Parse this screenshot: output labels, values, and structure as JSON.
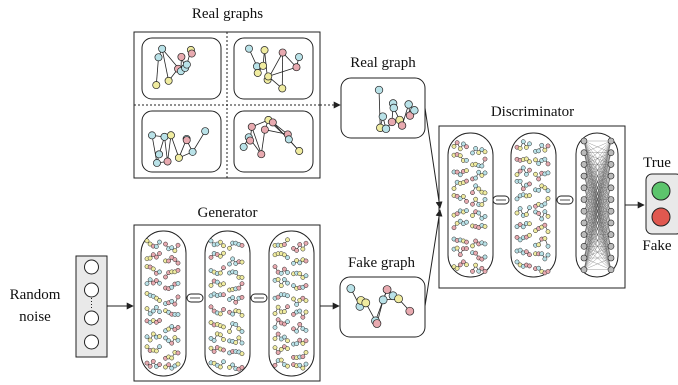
{
  "labels": {
    "real_graphs": "Real graphs",
    "real_graph": "Real graph",
    "generator": "Generator",
    "fake_graph": "Fake graph",
    "discriminator": "Discriminator",
    "random_noise_1": "Random",
    "random_noise_2": "noise",
    "true": "True",
    "fake": "Fake"
  },
  "colors": {
    "node_blue": "#b9e2e8",
    "node_red": "#e8aab0",
    "node_yellow": "#f0eca0",
    "edge": "#222222",
    "box_fill": "#ffffff",
    "panel_fill": "#f4f4f4",
    "noise_fill": "#e9e9e9",
    "neuron_fill": "#bbbbbb",
    "indicator_true": "#5cc46c",
    "indicator_fake": "#e0584f"
  }
}
